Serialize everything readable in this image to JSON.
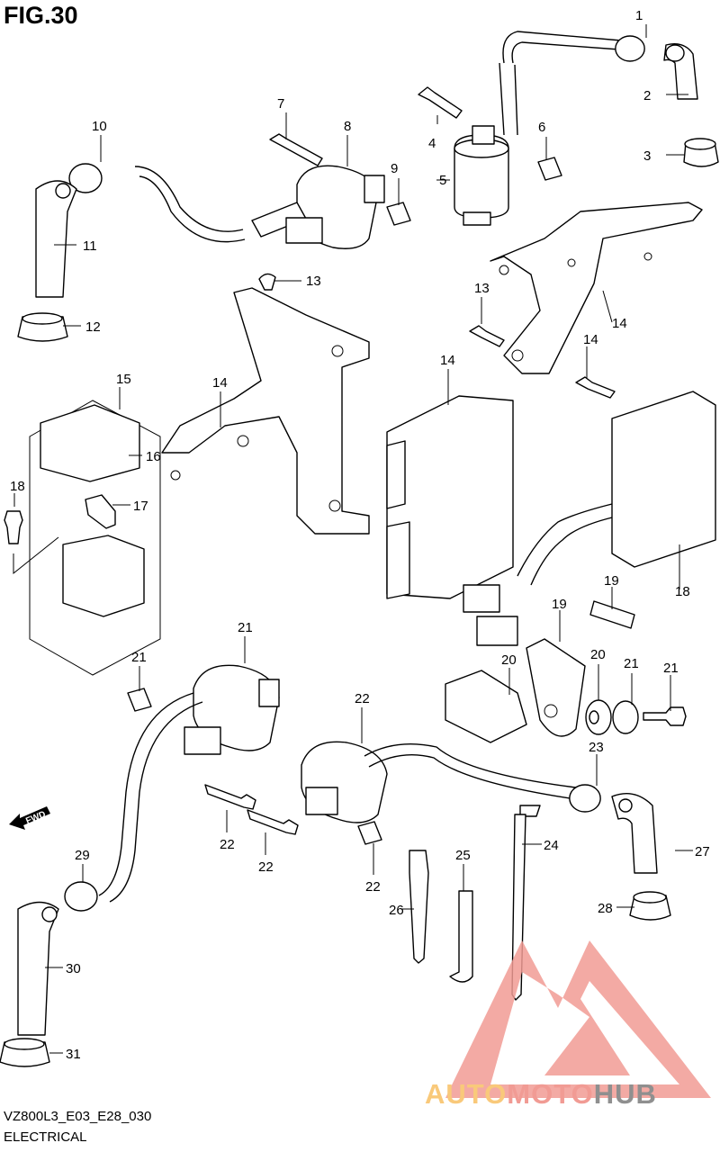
{
  "figure": {
    "title": "FIG.30",
    "code": "VZ800L3_E03_E28_030",
    "name": "ELECTRICAL"
  },
  "direction_marker": {
    "label": "FWD",
    "icon": "forward-arrow-icon"
  },
  "watermark": {
    "brand_part1": "AUTO",
    "brand_part2": "MOTO",
    "brand_part3": "HUB",
    "colors": {
      "auto": "#f9c97a",
      "moto": "#f19b94",
      "hub": "#8f8f8f",
      "logo": "#f19b94"
    }
  },
  "callouts": [
    {
      "id": "c1",
      "number": "1"
    },
    {
      "id": "c2",
      "number": "2"
    },
    {
      "id": "c3",
      "number": "3"
    },
    {
      "id": "c4",
      "number": "4"
    },
    {
      "id": "c5",
      "number": "5"
    },
    {
      "id": "c6",
      "number": "6"
    },
    {
      "id": "c7",
      "number": "7"
    },
    {
      "id": "c8",
      "number": "8"
    },
    {
      "id": "c9",
      "number": "9"
    },
    {
      "id": "c10",
      "number": "10"
    },
    {
      "id": "c11",
      "number": "11"
    },
    {
      "id": "c12",
      "number": "12"
    },
    {
      "id": "c13a",
      "number": "13"
    },
    {
      "id": "c13b",
      "number": "13"
    },
    {
      "id": "c14a",
      "number": "14"
    },
    {
      "id": "c14b",
      "number": "14"
    },
    {
      "id": "c14c",
      "number": "14"
    },
    {
      "id": "c14d",
      "number": "14"
    },
    {
      "id": "c15",
      "number": "15"
    },
    {
      "id": "c16",
      "number": "16"
    },
    {
      "id": "c17",
      "number": "17"
    },
    {
      "id": "c18a",
      "number": "18"
    },
    {
      "id": "c18b",
      "number": "18"
    },
    {
      "id": "c19a",
      "number": "19"
    },
    {
      "id": "c19b",
      "number": "19"
    },
    {
      "id": "c20a",
      "number": "20"
    },
    {
      "id": "c20b",
      "number": "20"
    },
    {
      "id": "c21a",
      "number": "21"
    },
    {
      "id": "c21b",
      "number": "21"
    },
    {
      "id": "c21c",
      "number": "21"
    },
    {
      "id": "c21d",
      "number": "21"
    },
    {
      "id": "c22a",
      "number": "22"
    },
    {
      "id": "c22b",
      "number": "22"
    },
    {
      "id": "c22c",
      "number": "22"
    },
    {
      "id": "c22d",
      "number": "22"
    },
    {
      "id": "c23",
      "number": "23"
    },
    {
      "id": "c24",
      "number": "24"
    },
    {
      "id": "c25",
      "number": "25"
    },
    {
      "id": "c26",
      "number": "26"
    },
    {
      "id": "c27",
      "number": "27"
    },
    {
      "id": "c28",
      "number": "28"
    },
    {
      "id": "c29",
      "number": "29"
    },
    {
      "id": "c30",
      "number": "30"
    },
    {
      "id": "c31",
      "number": "31"
    }
  ]
}
